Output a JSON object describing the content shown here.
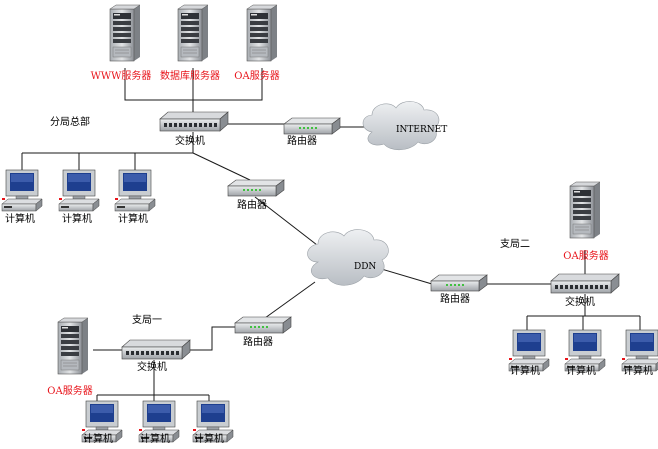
{
  "labels": {
    "www_server": "WWW服务器",
    "db_server": "数据库服务器",
    "oa_server_hq": "OA服务器",
    "oa_server_b1": "OA服务器",
    "oa_server_b2": "OA服务器",
    "hq": "分局总部",
    "branch1": "支局一",
    "branch2": "支局二",
    "switch": "交换机",
    "router": "路由器",
    "computer": "计算机",
    "internet": "INTERNET",
    "ddn": "DDN"
  },
  "colors": {
    "server_label": "#e8141b",
    "line": "#1a1a1a",
    "cloud": "#cfd3d8",
    "device_body": "#c8ccd0",
    "router_led": "#40c040",
    "screen": "#1a3a8a"
  }
}
